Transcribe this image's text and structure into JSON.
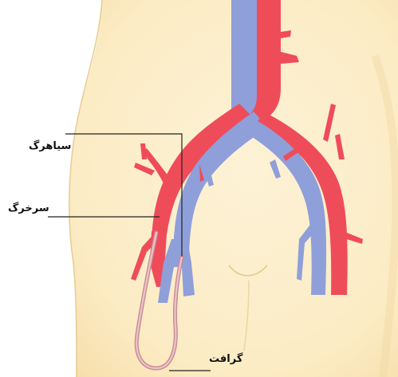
{
  "labels": {
    "vein": "سیاهرگ",
    "artery": "سرخرگ",
    "graft": "گرافت"
  },
  "colors": {
    "skin": "#fdf0cf",
    "skin_outline": "#e2c98e",
    "artery": "#ef4c5a",
    "vein": "#8f9fd9",
    "graft": "#d8a2a6",
    "leader_line": "#222222",
    "background": "#ffffff"
  }
}
